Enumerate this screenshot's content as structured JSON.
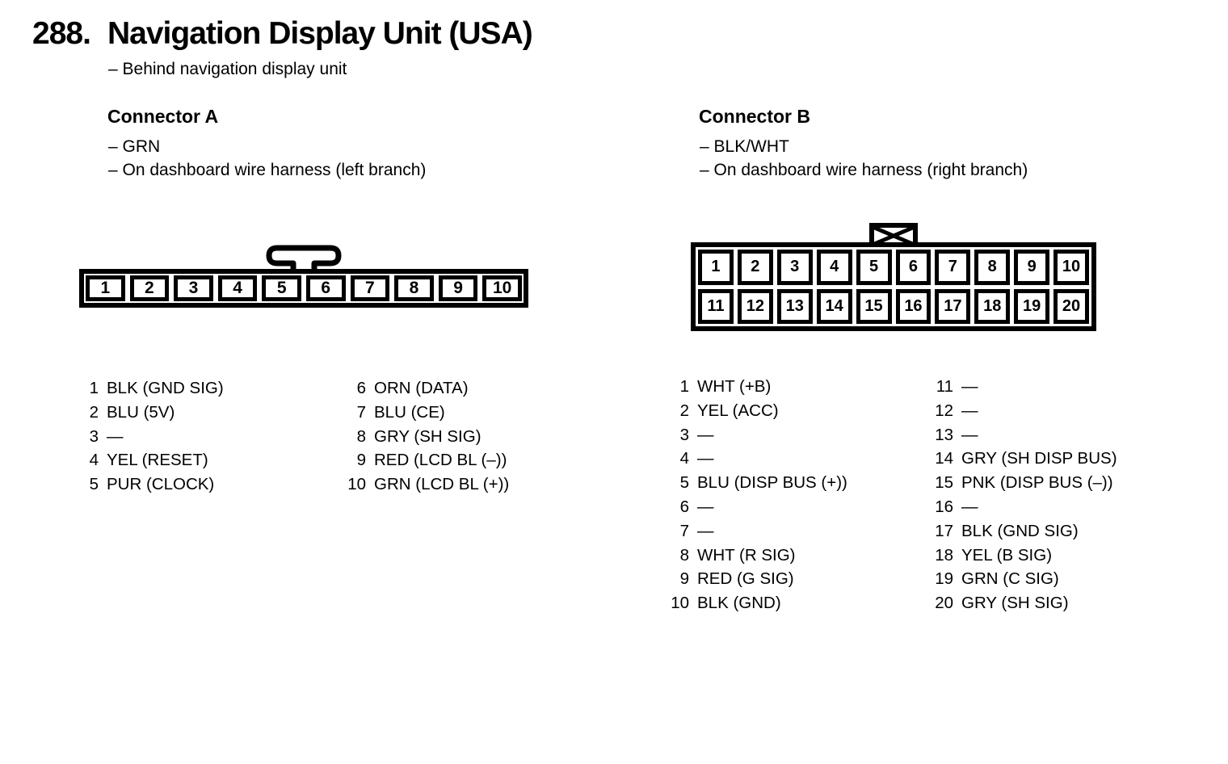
{
  "header": {
    "number": "288.",
    "title": "Navigation Display Unit (USA)",
    "subtitle": "– Behind navigation display unit"
  },
  "connector_a": {
    "title": "Connector A",
    "color_note": "– GRN",
    "harness_note": "– On dashboard wire harness (left branch)",
    "pin_numbers": [
      "1",
      "2",
      "3",
      "4",
      "5",
      "6",
      "7",
      "8",
      "9",
      "10"
    ],
    "pin_assignments": [
      {
        "pin": "1",
        "label": "BLK (GND SIG)"
      },
      {
        "pin": "2",
        "label": "BLU (5V)"
      },
      {
        "pin": "3",
        "label": "—"
      },
      {
        "pin": "4",
        "label": "YEL (RESET)"
      },
      {
        "pin": "5",
        "label": "PUR (CLOCK)"
      },
      {
        "pin": "6",
        "label": "ORN (DATA)"
      },
      {
        "pin": "7",
        "label": "BLU (CE)"
      },
      {
        "pin": "8",
        "label": "GRY (SH SIG)"
      },
      {
        "pin": "9",
        "label": "RED (LCD BL (–))"
      },
      {
        "pin": "10",
        "label": "GRN (LCD BL (+))"
      }
    ]
  },
  "connector_b": {
    "title": "Connector B",
    "color_note": "– BLK/WHT",
    "harness_note": "– On dashboard wire harness (right branch)",
    "pin_numbers": [
      "1",
      "2",
      "3",
      "4",
      "5",
      "6",
      "7",
      "8",
      "9",
      "10",
      "11",
      "12",
      "13",
      "14",
      "15",
      "16",
      "17",
      "18",
      "19",
      "20"
    ],
    "pin_assignments": [
      {
        "pin": "1",
        "label": "WHT (+B)"
      },
      {
        "pin": "2",
        "label": "YEL (ACC)"
      },
      {
        "pin": "3",
        "label": "—"
      },
      {
        "pin": "4",
        "label": "—"
      },
      {
        "pin": "5",
        "label": "BLU (DISP BUS (+))"
      },
      {
        "pin": "6",
        "label": "—"
      },
      {
        "pin": "7",
        "label": "—"
      },
      {
        "pin": "8",
        "label": "WHT (R SIG)"
      },
      {
        "pin": "9",
        "label": "RED (G SIG)"
      },
      {
        "pin": "10",
        "label": "BLK (GND)"
      },
      {
        "pin": "11",
        "label": "—"
      },
      {
        "pin": "12",
        "label": "—"
      },
      {
        "pin": "13",
        "label": "—"
      },
      {
        "pin": "14",
        "label": "GRY (SH DISP BUS)"
      },
      {
        "pin": "15",
        "label": "PNK (DISP BUS (–))"
      },
      {
        "pin": "16",
        "label": "—"
      },
      {
        "pin": "17",
        "label": "BLK (GND SIG)"
      },
      {
        "pin": "18",
        "label": "YEL (B SIG)"
      },
      {
        "pin": "19",
        "label": "GRN (C SIG)"
      },
      {
        "pin": "20",
        "label": "GRY (SH SIG)"
      }
    ]
  },
  "colors": {
    "ink": "#000000",
    "paper": "#ffffff"
  }
}
